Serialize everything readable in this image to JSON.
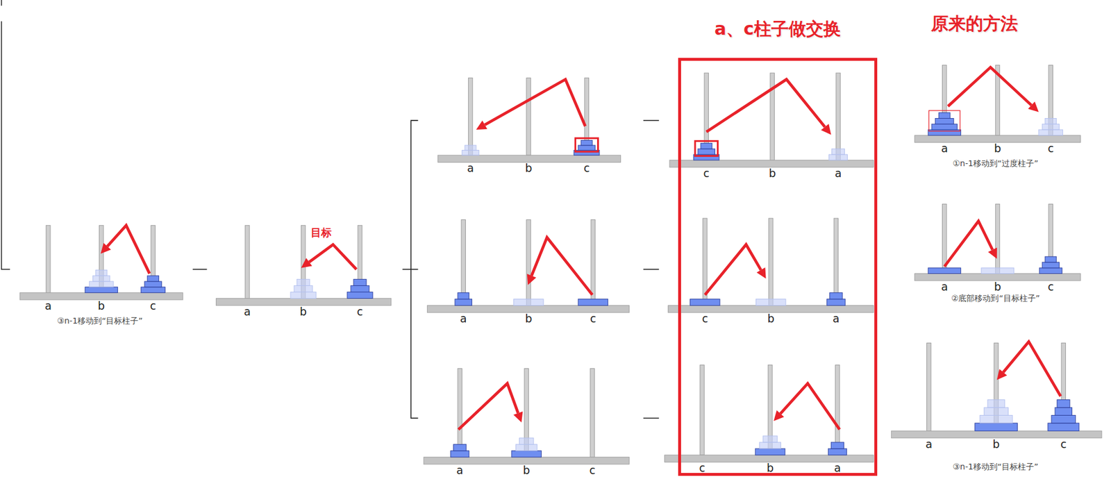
{
  "diagram": {
    "nodes": [
      {
        "text": [
          "a、c柱子做交换"
        ]
      }
    ],
    "labels": [
      "a",
      "b",
      "c",
      "③n-1移动到“目标柱子”",
      "a",
      "目标",
      "b",
      "c",
      "a",
      "b",
      "c",
      "a",
      "b",
      "c",
      "a",
      "b",
      "c",
      "c",
      "b",
      "a",
      "c",
      "b",
      "a",
      "c",
      "b",
      "a",
      "原来的方法",
      "a",
      "b",
      "c",
      "①n-1移动到“过度柱子”",
      "a",
      "b",
      "c",
      "②底部移动到“目标柱子”",
      "a",
      "b",
      "c",
      "③n-1移动到“目标柱子”"
    ]
  }
}
